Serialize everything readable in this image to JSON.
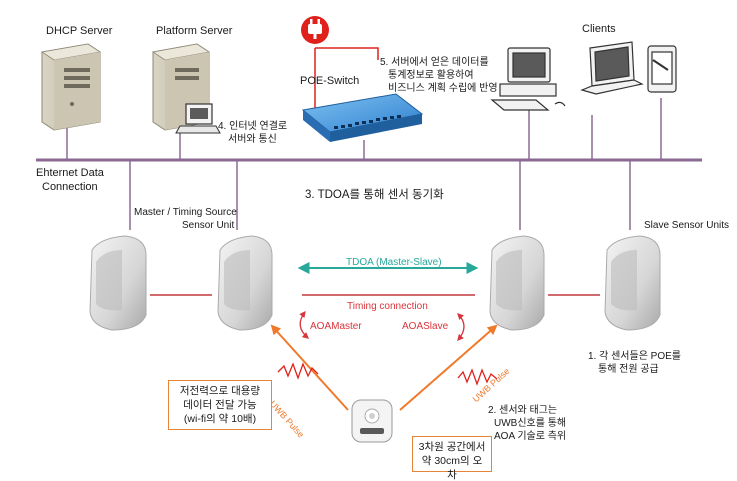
{
  "servers": {
    "dhcp_label": "DHCP Server",
    "platform_label": "Platform Server",
    "poe_switch_label": "POE-Switch",
    "clients_label": "Clients"
  },
  "network": {
    "ethernet_label_line1": "Ehternet Data",
    "ethernet_label_line2": "Connection"
  },
  "notes": {
    "internet_line1": "4. 인터넷 연결로",
    "internet_line2": "서버와 통신",
    "server_data_line1": "5. 서버에서 얻은 데이터를",
    "server_data_line2": "통계정보로 활용하여",
    "server_data_line3": "비즈니스 계획 수립에 반영",
    "tdoa_sync": "3. TDOA를 통해 센서 동기화",
    "master_line1": "Master / Timing Source",
    "master_line2": "Sensor Unit",
    "slave_units": "Slave Sensor Units",
    "poe_power_line1": "1. 각 센서들은 POE를",
    "poe_power_line2": "통해 전원 공급",
    "uwb_tag_line1": "2. 센서와 태그는",
    "uwb_tag_line2": "UWB신호를 통해",
    "uwb_tag_line3": "AOA 기술로 측위"
  },
  "links": {
    "tdoa_label": "TDOA (Master-Slave)",
    "timing_label": "Timing connection",
    "aoa_master": "AOAMaster",
    "aoa_slave": "AOASlave",
    "uwb_pulse_left": "UWB Pulse",
    "uwb_pulse_right": "UWB Pulse"
  },
  "boxes": {
    "low_power_line1": "저전력으로 대용량",
    "low_power_line2": "데이터 전달 가능",
    "low_power_line3": "(wi-fi의 약 10배)",
    "accuracy_line1": "3차원 공간에서",
    "accuracy_line2": "약 30cm의 오차"
  },
  "colors": {
    "network_bus": "#8a6a93",
    "tdoa_arrow": "#27a89a",
    "timing_line": "#c0393c",
    "uwb_arrow": "#f07a2c",
    "box_border": "#e8833a",
    "switch_blue": "#3c8fd6",
    "power_red": "#e0201b"
  }
}
